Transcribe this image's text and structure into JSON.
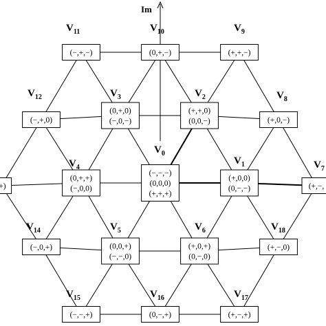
{
  "axis": {
    "label": "Im"
  },
  "colors": {
    "line": "#000000",
    "box_fill": "#ffffff",
    "background": "#ffffff"
  },
  "vertices": [
    {
      "id": "v0",
      "label_main": "V",
      "label_sub": "0",
      "lines": [
        "(−,−,−)",
        "(0,0,0)",
        "(+,+,+)"
      ]
    },
    {
      "id": "v1",
      "label_main": "V",
      "label_sub": "1",
      "lines": [
        "(+,0,0)",
        "(0,−,−)"
      ]
    },
    {
      "id": "v2",
      "label_main": "V",
      "label_sub": "2",
      "lines": [
        "(+,+,0)",
        "(0,0,−)"
      ]
    },
    {
      "id": "v3",
      "label_main": "V",
      "label_sub": "3",
      "lines": [
        "(0,+,0)",
        "(−,0,−)"
      ]
    },
    {
      "id": "v4",
      "label_main": "V",
      "label_sub": "4",
      "lines": [
        "(0,+,+)",
        "(−,0,0)"
      ]
    },
    {
      "id": "v5",
      "label_main": "V",
      "label_sub": "5",
      "lines": [
        "(0,0,+)",
        "(−,−,0)"
      ]
    },
    {
      "id": "v6",
      "label_main": "V",
      "label_sub": "6",
      "lines": [
        "(+,0,+)",
        "(0,−,0)"
      ]
    },
    {
      "id": "v7",
      "label_main": "V",
      "label_sub": "7",
      "lines": [
        "(+,−,"
      ]
    },
    {
      "id": "v8",
      "label_main": "V",
      "label_sub": "8",
      "lines": [
        "(+,0,−)"
      ]
    },
    {
      "id": "v9",
      "label_main": "V",
      "label_sub": "9",
      "lines": [
        "(+,+,−)"
      ]
    },
    {
      "id": "v10",
      "label_main": "V",
      "label_sub": "10",
      "lines": [
        "(0,+,−)"
      ]
    },
    {
      "id": "v11",
      "label_main": "V",
      "label_sub": "11",
      "lines": [
        "(−,+,−)"
      ]
    },
    {
      "id": "v12",
      "label_main": "V",
      "label_sub": "12",
      "lines": [
        "(−,+,0)"
      ]
    },
    {
      "id": "v13",
      "label_main": "",
      "label_sub": "",
      "lines": [
        ",+)"
      ]
    },
    {
      "id": "v14",
      "label_main": "V",
      "label_sub": "14",
      "lines": [
        "(−,0,+)"
      ]
    },
    {
      "id": "v15",
      "label_main": "V",
      "label_sub": "15",
      "lines": [
        "(−,−,+)"
      ]
    },
    {
      "id": "v16",
      "label_main": "V",
      "label_sub": "16",
      "lines": [
        "(0,−,+)"
      ]
    },
    {
      "id": "v17",
      "label_main": "V",
      "label_sub": "17",
      "lines": [
        "(+,−,+)"
      ]
    },
    {
      "id": "v18",
      "label_main": "V",
      "label_sub": "18",
      "lines": [
        "(+,−,0)"
      ]
    }
  ]
}
